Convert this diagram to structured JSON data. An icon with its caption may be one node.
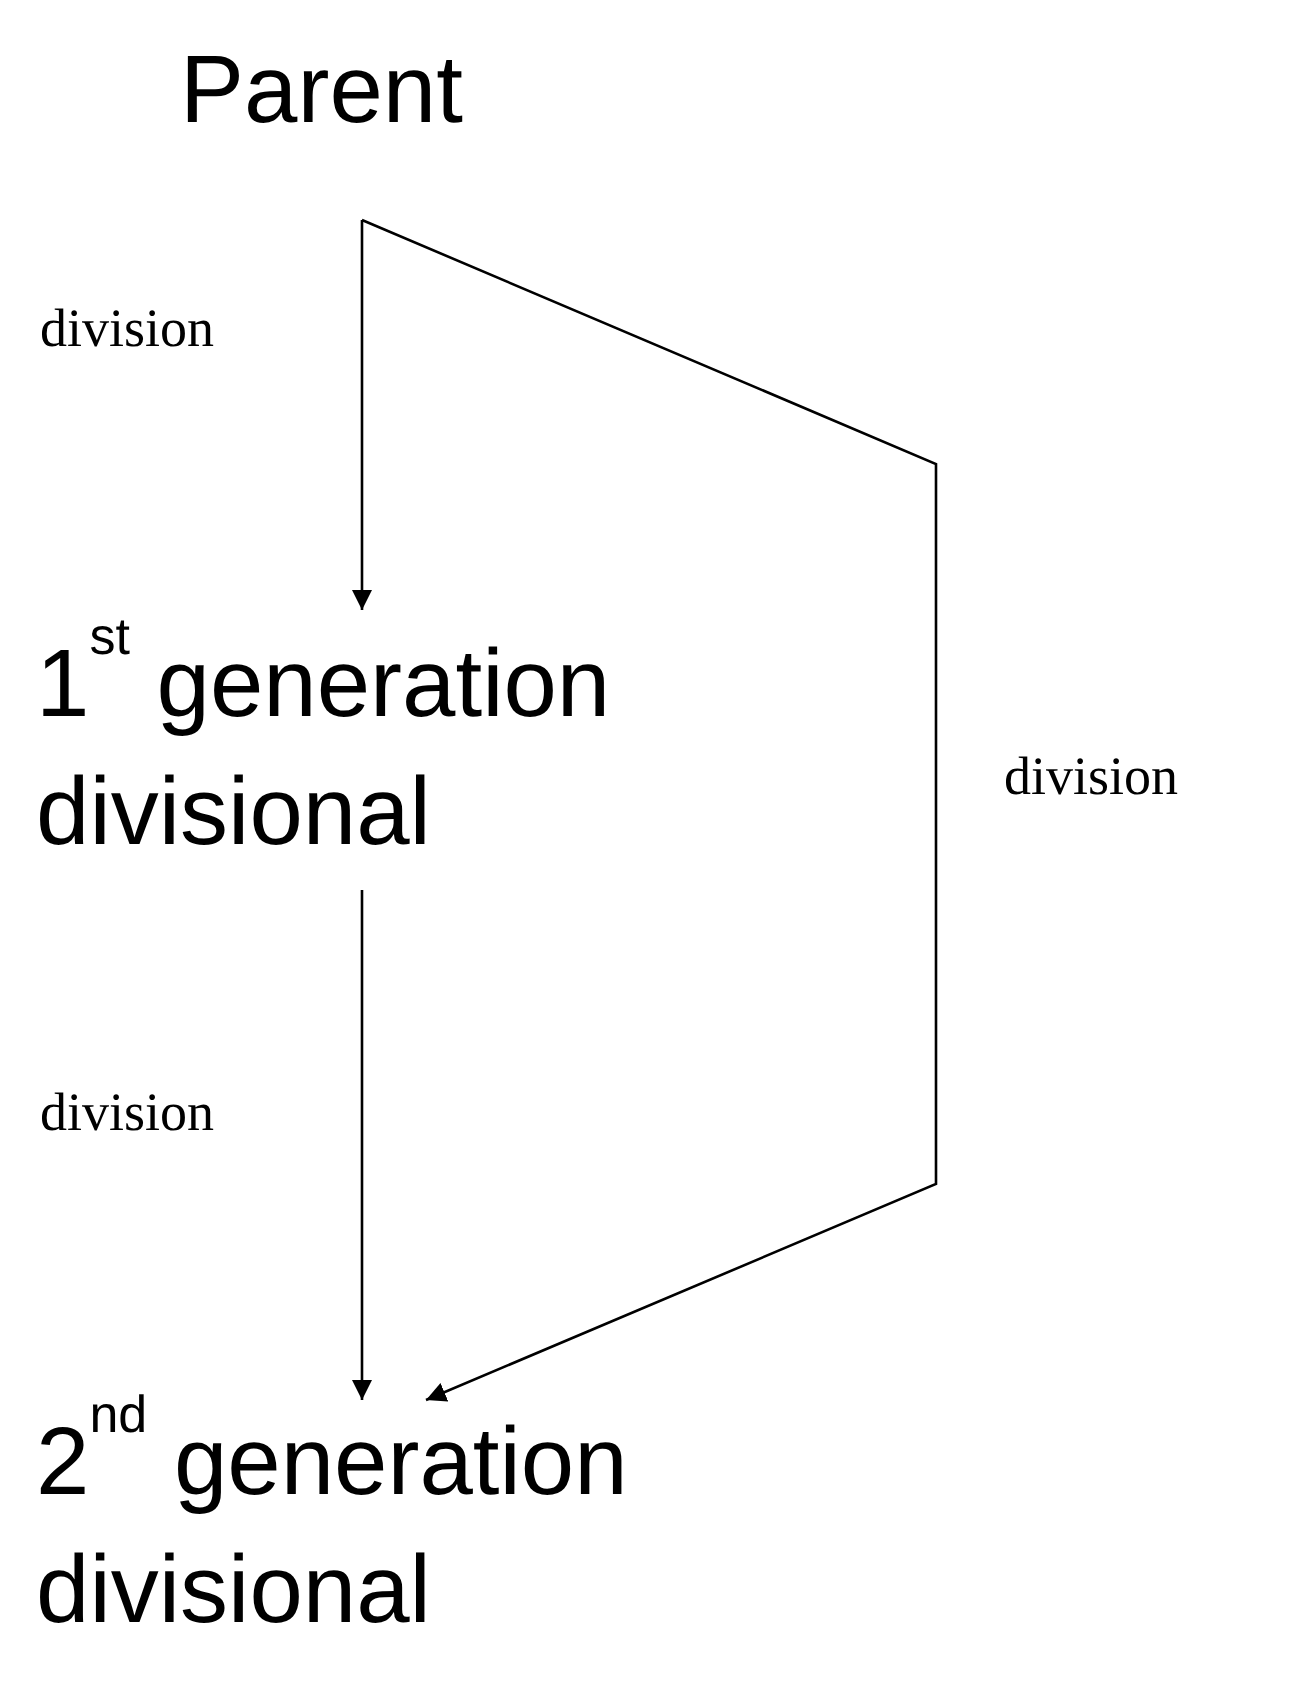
{
  "diagram": {
    "nodes": [
      {
        "text": [
          "Parent"
        ]
      },
      {
        "text": [
          "1$^{st}$ generation divisional"
        ]
      },
      {
        "text": [
          "2$^{nd}$ generation divisional"
        ]
      }
    ],
    "edges": [
      {
        "from": 0,
        "to": 1,
        "arrow": "to",
        "label": "division"
      },
      {
        "from": 1,
        "to": 2,
        "arrow": "to",
        "label": "division"
      },
      {
        "from": 0,
        "to": 2,
        "arrow": "to",
        "label": "division"
      }
    ]
  }
}
